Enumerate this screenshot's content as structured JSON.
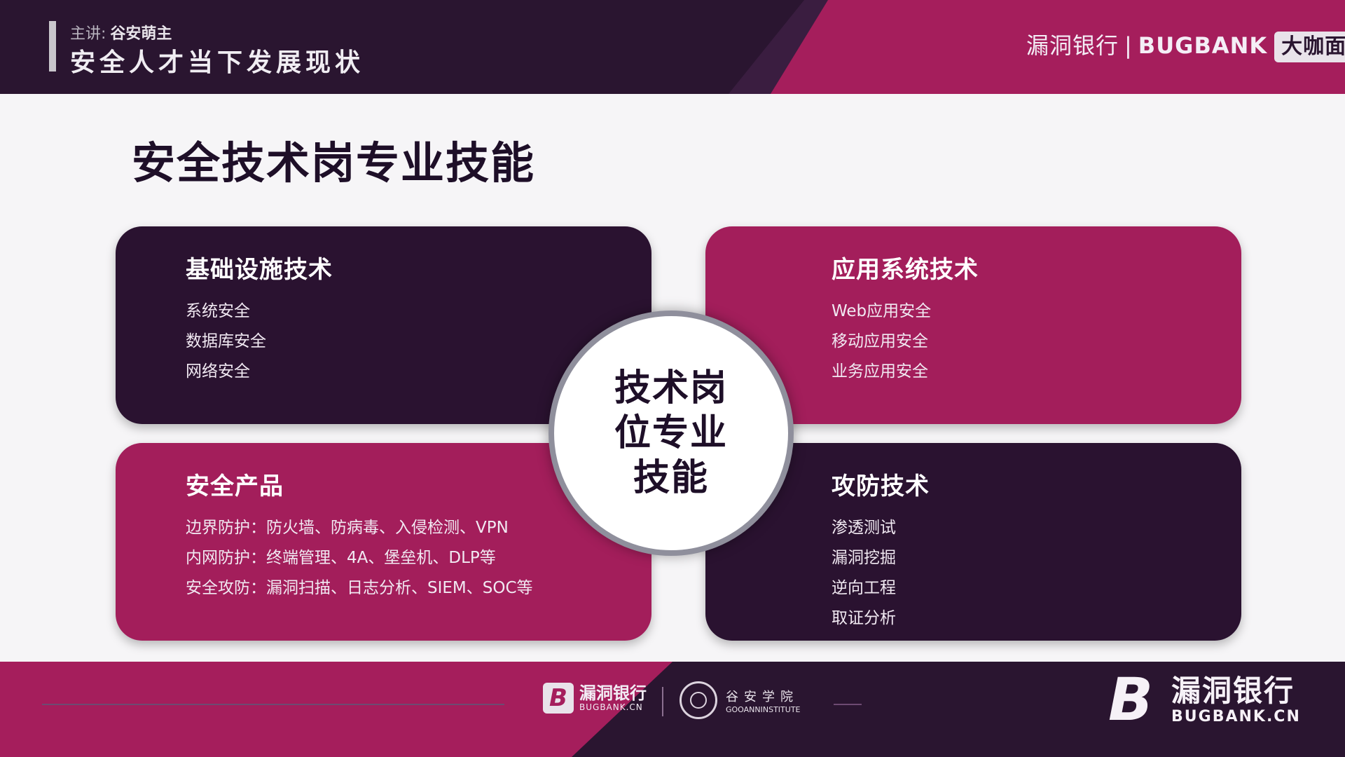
{
  "header": {
    "speaker_label": "主讲:",
    "speaker_name": "谷安萌主",
    "course_title": "安全人才当下发展现状",
    "brand_cn": "漏洞银行",
    "brand_sep": "|",
    "brand_en": "BUGBANK",
    "brand_stamp": "大咖面对面"
  },
  "slide": {
    "title": "安全技术岗专业技能",
    "center_text": "技术岗位专业技能",
    "cards": {
      "top_left": {
        "title": "基础设施技术",
        "items": [
          "系统安全",
          "数据库安全",
          "网络安全"
        ]
      },
      "top_right": {
        "title": "应用系统技术",
        "items": [
          "Web应用安全",
          "移动应用安全",
          "业务应用安全"
        ]
      },
      "bottom_left": {
        "title": "安全产品",
        "items": [
          "边界防护：防火墙、防病毒、入侵检测、VPN",
          "内网防护：终端管理、4A、堡垒机、DLP等",
          "安全攻防：漏洞扫描、日志分析、SIEM、SOC等"
        ]
      },
      "bottom_right": {
        "title": "攻防技术",
        "items": [
          "渗透测试",
          "漏洞挖掘",
          "逆向工程",
          "取证分析"
        ]
      }
    }
  },
  "footer": {
    "logo1_mark": "B",
    "logo1_cn": "漏洞银行",
    "logo1_en": "BUGBANK.CN",
    "logo2_cn": "谷安学院",
    "logo2_en": "GOOANNINSTITUTE",
    "logo3_mark": "B",
    "logo3_cn": "漏洞银行",
    "logo3_en": "BUGBANK.CN"
  },
  "colors": {
    "dark_purple": "#2a1230",
    "magenta": "#a31e5b",
    "background": "#f6f5f7",
    "circle_border": "#8f8f9c"
  }
}
